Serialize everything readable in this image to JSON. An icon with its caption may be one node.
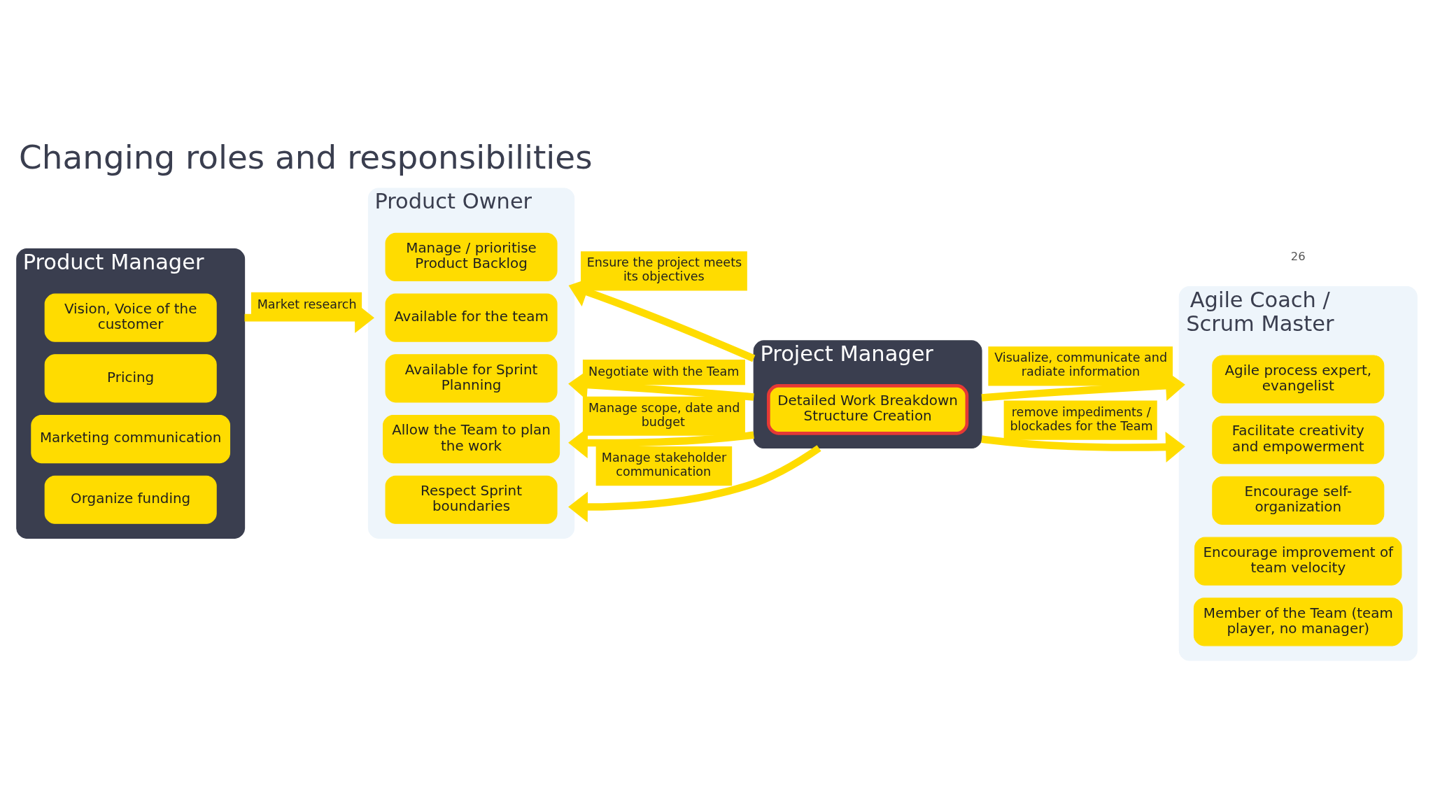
{
  "diagram": {
    "title": "Changing roles and responsibilities",
    "nodes": [
      {
        "text": [
          "Product Manager"
        ]
      },
      {
        "text": [
          "Vision, Voice of the customer"
        ],
        "in": 0
      },
      {
        "text": [
          "Pricing"
        ],
        "in": 0
      },
      {
        "text": [
          "Marketing communication"
        ],
        "in": 0
      },
      {
        "text": [
          "Organize funding"
        ],
        "in": 0
      },
      {
        "text": [
          "Product Owner"
        ]
      },
      {
        "text": [
          "Manage / prioritise Product Backlog"
        ],
        "in": 5
      },
      {
        "text": [
          "Available for the team"
        ],
        "in": 5
      },
      {
        "text": [
          "Available for Sprint Planning"
        ],
        "in": 5
      },
      {
        "text": [
          "Allow the Team to plan the work"
        ],
        "in": 5
      },
      {
        "text": [
          "Respect Sprint boundaries"
        ],
        "in": 5
      },
      {
        "text": [
          "Project Manager"
        ]
      },
      {
        "text": [
          "Detailed Work Breakdown Structure Creation"
        ],
        "in": 11
      },
      {
        "text": [
          "Agile Coach / Scrum Master"
        ]
      },
      {
        "text": [
          "Agile process expert, evangelist"
        ],
        "in": 13
      },
      {
        "text": [
          "Facilitate creativity and empowerment"
        ],
        "in": 13
      },
      {
        "text": [
          "Encourage self-organization"
        ],
        "in": 13
      },
      {
        "text": [
          "Encourage improvement of team velocity"
        ],
        "in": 13
      },
      {
        "text": [
          "Member of the Team (team player, no manager)"
        ],
        "in": 13
      }
    ],
    "edges": [
      {
        "from": 11,
        "to": 5,
        "arrow": "to",
        "label": "Ensure the project meets its objectives"
      },
      {
        "from": 0,
        "to": 5,
        "arrow": "to",
        "label": "Market research"
      },
      {
        "from": 11,
        "to": 5,
        "arrow": "to",
        "label": "Negotiate with the Team"
      },
      {
        "from": 11,
        "to": 5,
        "arrow": "to",
        "label": "Manage scope, date and budget"
      },
      {
        "from": 11,
        "to": 5,
        "arrow": "to",
        "label": "Manage stakeholder communication"
      },
      {
        "from": 11,
        "to": 13,
        "arrow": "to",
        "label": "Visualize, communicate and radiate information"
      },
      {
        "from": 11,
        "to": 13,
        "arrow": "to",
        "label": "remove impediments / blockades for the Team"
      }
    ],
    "labels": [
      "26"
    ]
  }
}
